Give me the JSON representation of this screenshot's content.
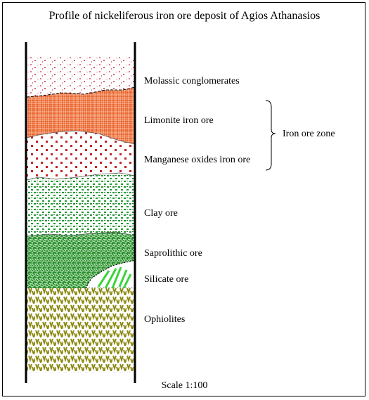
{
  "title": "Profile of nickeliferous iron ore deposit of Agios Athanasios",
  "layers": [
    {
      "label": "Molassic conglomerates",
      "color": "#e8a0a0"
    },
    {
      "label": "Limonite iron ore",
      "color": "#d9541e"
    },
    {
      "label": "Manganese oxides iron ore",
      "color": "#c0262b"
    },
    {
      "label": "Clay ore",
      "color": "#1a8a2a"
    },
    {
      "label": "Saprolithic ore",
      "color": "#1f7a25"
    },
    {
      "label": "Silicate ore",
      "color": "#33cc33"
    },
    {
      "label": "Ophiolites",
      "color": "#8a8a10"
    }
  ],
  "bracket_label": "Iron ore zone",
  "scale": "Scale 1:100"
}
